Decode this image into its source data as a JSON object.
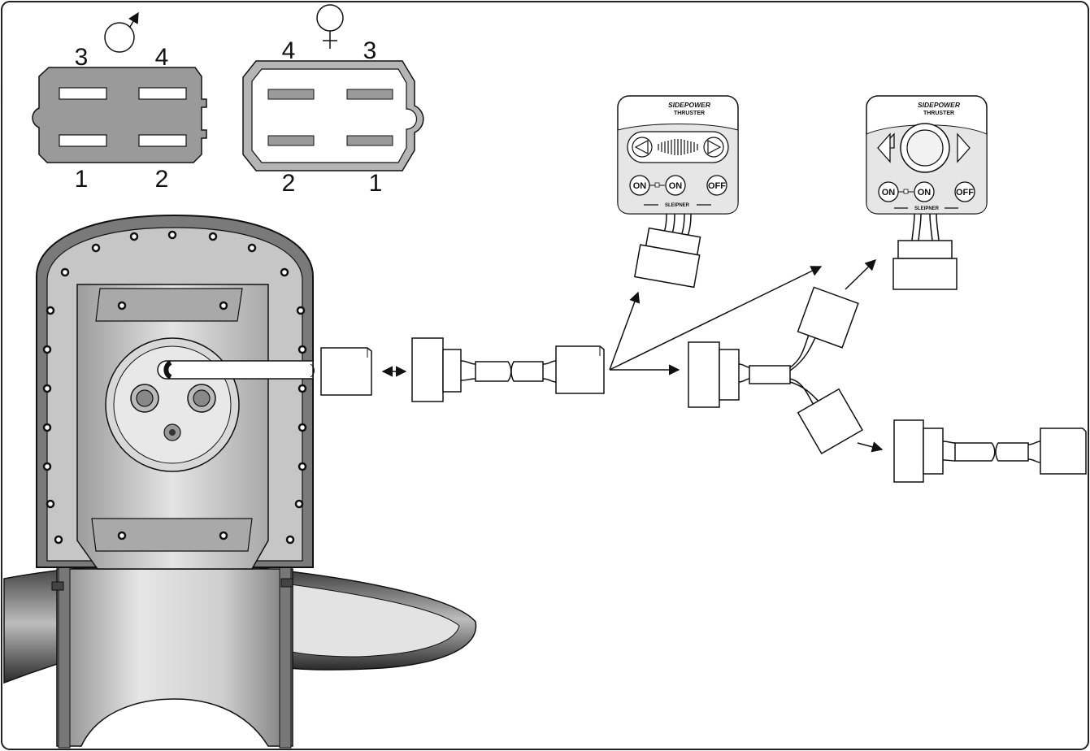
{
  "male_connector": {
    "symbol": "♂",
    "pins_top": [
      "3",
      "4"
    ],
    "pins_bottom": [
      "1",
      "2"
    ]
  },
  "female_connector": {
    "symbol": "♀",
    "pins_top": [
      "4",
      "3"
    ],
    "pins_bottom": [
      "2",
      "1"
    ]
  },
  "panel_1": {
    "brand": "SIDEPOWER",
    "model": "THRUSTER",
    "buttons": [
      "ON",
      "ON",
      "OFF"
    ],
    "maker": "SLEIPNER"
  },
  "panel_2": {
    "brand": "SIDEPOWER",
    "model": "THRUSTER",
    "buttons": [
      "ON",
      "ON",
      "OFF"
    ],
    "maker": "SLEIPNER"
  },
  "colors": {
    "line": "#111111",
    "connector_fill": "#9a9a9a",
    "thruster_fill": "#c8c8c8",
    "thruster_dark": "#555555"
  }
}
